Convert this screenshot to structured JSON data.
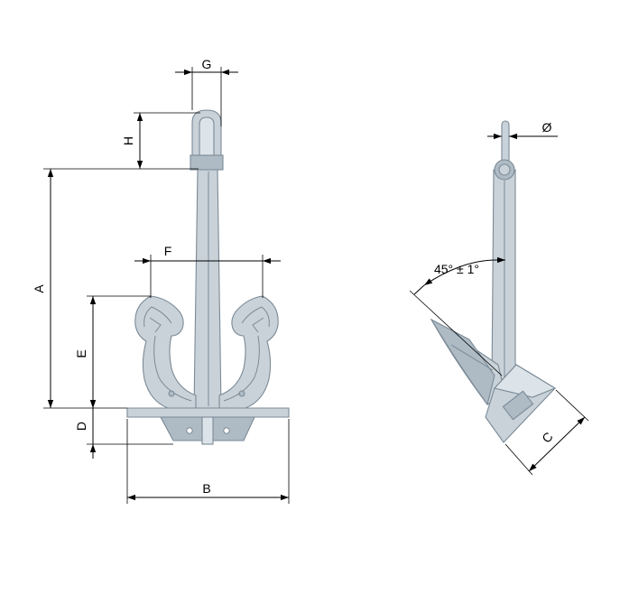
{
  "front_view": {
    "dim_G": "G",
    "dim_H": "H",
    "dim_A": "A",
    "dim_F": "F",
    "dim_E": "E",
    "dim_D": "D",
    "dim_B": "B"
  },
  "side_view": {
    "dim_diameter": "Ø",
    "dim_angle": "45° ± 1°",
    "dim_C": "C"
  },
  "colors": {
    "steel": "#c9d2d9",
    "outline": "#7b8a96",
    "dimension_line": "#000000"
  }
}
